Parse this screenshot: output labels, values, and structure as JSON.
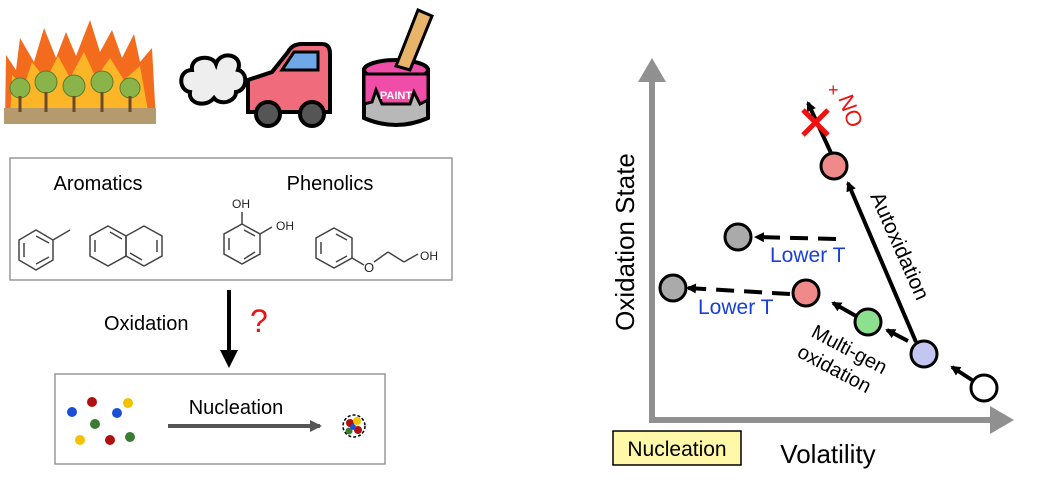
{
  "left_panel": {
    "sources": [
      {
        "icon": "wildfire-icon"
      },
      {
        "icon": "car-exhaust-icon"
      },
      {
        "icon": "paint-bucket-icon",
        "label": "PAINT"
      }
    ],
    "precursors": {
      "aromatics_label": "Aromatics",
      "phenolics_label": "Phenolics",
      "oh_label": "OH"
    },
    "oxidation_label": "Oxidation",
    "question_mark": "?",
    "nucleation_label": "Nucleation",
    "colors": {
      "question": "#ee1111",
      "dot_blue": "#1a4fd6",
      "dot_red": "#b01010",
      "dot_yellow": "#f2c200",
      "dot_green": "#3a7d32"
    }
  },
  "right_panel": {
    "y_axis_label": "Oxidation State",
    "x_axis_label": "Volatility",
    "nucleation_tag": "Nucleation",
    "autoxidation_label": "Autoxidation",
    "multigen_label_line1": "Multi-gen",
    "multigen_label_line2": "oxidation",
    "lower_t_upper": "Lower T",
    "lower_t_lower": "Lower T",
    "no_label": "NO",
    "no_charge": "+",
    "colors": {
      "axis": "#909090",
      "salmon": "#f08a8a",
      "gray": "#aaaaaa",
      "green": "#8de08d",
      "lavender": "#c4c6f2",
      "lower_t": "#1a3fd6",
      "no_red": "#ee1111",
      "nucleation_bg": "#fff8a8"
    }
  }
}
